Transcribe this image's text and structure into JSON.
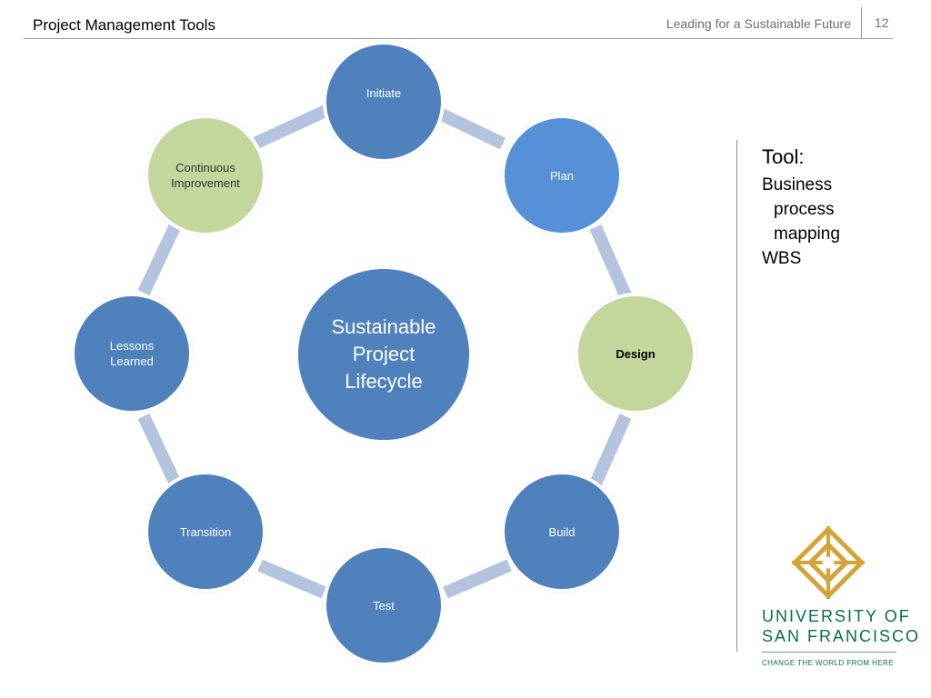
{
  "header": {
    "title": "Project Management Tools",
    "subtitle": "Leading for a Sustainable Future",
    "slide_number": "12"
  },
  "diagram": {
    "center_label": "Sustainable Project Lifecycle",
    "nodes": [
      {
        "label": "Initiate",
        "fill": "#4f81bd"
      },
      {
        "label": "Plan",
        "fill": "#5590d8"
      },
      {
        "label": "Design",
        "fill": "#c3d69b"
      },
      {
        "label": "Build",
        "fill": "#4f81bd"
      },
      {
        "label": "Test",
        "fill": "#4f81bd"
      },
      {
        "label": "Transition",
        "fill": "#4f81bd"
      },
      {
        "label": "Lessons Learned",
        "fill": "#4f81bd"
      },
      {
        "label": "Continuous Improvement",
        "fill": "#c3d69b"
      }
    ],
    "connector_color": "#b4c4de"
  },
  "tools": {
    "heading": "Tool:",
    "items": [
      "Business process mapping",
      "WBS"
    ]
  },
  "logo": {
    "line1": "UNIVERSITY OF",
    "line2": "SAN FRANCISCO",
    "tagline": "CHANGE THE WORLD FROM HERE",
    "color_green": "#0b6b4f",
    "color_gold": "#d4a43a"
  }
}
